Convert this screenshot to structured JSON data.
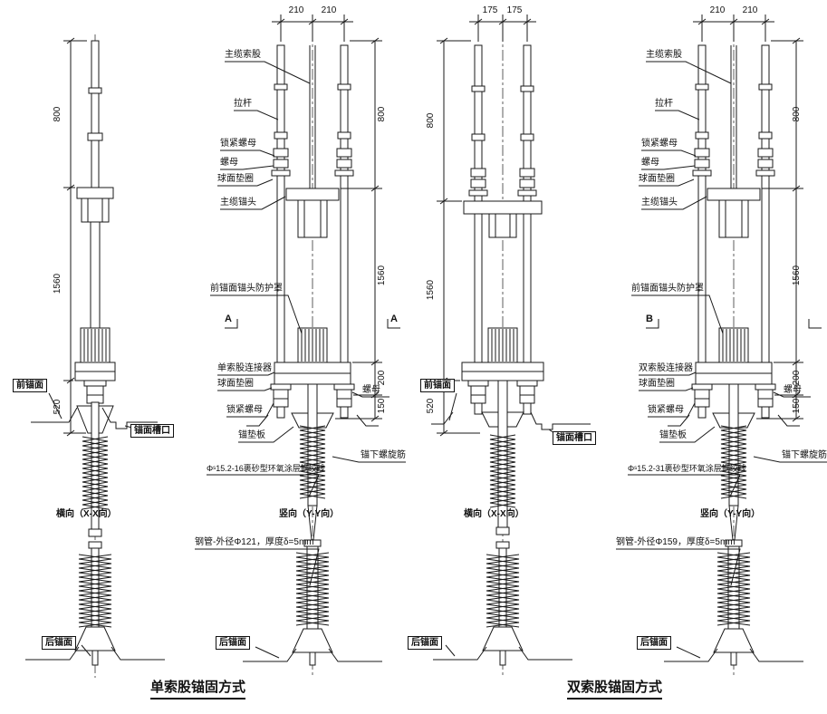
{
  "titles": {
    "single": "单索股锚固方式",
    "double": "双索股锚固方式"
  },
  "a1": {
    "dim800": "800",
    "dim1560": "1560",
    "dim520": "520",
    "front": "前锚面",
    "notch": "锚面槽口",
    "view": "横向（X-X向）",
    "rear": "后锚面"
  },
  "a2": {
    "dimTopL": "210",
    "dimTopR": "210",
    "dim800": "800",
    "dim1560": "1560",
    "dim200": "200",
    "dim150": "150",
    "strand": "主缆索股",
    "tieRod": "拉杆",
    "lockNutU": "锁紧螺母",
    "nutU": "螺母",
    "washerU": "球面垫圈",
    "anchorHead": "主缆锚头",
    "cover": "前锚面锚头防护罩",
    "connector": "单索股连接器",
    "washerL": "球面垫圈",
    "nutL": "螺母",
    "lockNutL": "锁紧螺母",
    "bearingPlate": "锚垫板",
    "spiral": "锚下螺旋筋",
    "strandSpec": "Φˢ15.2-16裹砂型环氧涂层钢绞线",
    "pipeSpec": "钢管-外径Φ121，厚度δ=5mm",
    "view": "竖向（Y-Y向）",
    "rear": "后锚面",
    "section": "A"
  },
  "a3": {
    "dimTopL": "175",
    "dimTopR": "175",
    "dim800": "800",
    "dim1560": "1560",
    "dim520": "520",
    "front": "前锚面",
    "notch": "锚面槽口",
    "view": "横向（X-X向）",
    "rear": "后锚面"
  },
  "a4": {
    "dimTopL": "210",
    "dimTopR": "210",
    "dim800": "800",
    "dim1560": "1560",
    "dim200": "200",
    "dim150": "150",
    "strand": "主缆索股",
    "tieRod": "拉杆",
    "lockNutU": "锁紧螺母",
    "nutU": "螺母",
    "washerU": "球面垫圈",
    "anchorHead": "主缆锚头",
    "cover": "前锚面锚头防护罩",
    "connector": "双索股连接器",
    "washerL": "球面垫圈",
    "nutL": "螺母",
    "lockNutL": "锁紧螺母",
    "bearingPlate": "锚垫板",
    "spiral": "锚下螺旋筋",
    "strandSpec": "Φˢ15.2-31裹砂型环氧涂层钢绞线",
    "pipeSpec": "钢管-外径Φ159，厚度δ=5mm",
    "view": "竖向（Y-Y向）",
    "rear": "后锚面",
    "section": "B"
  }
}
